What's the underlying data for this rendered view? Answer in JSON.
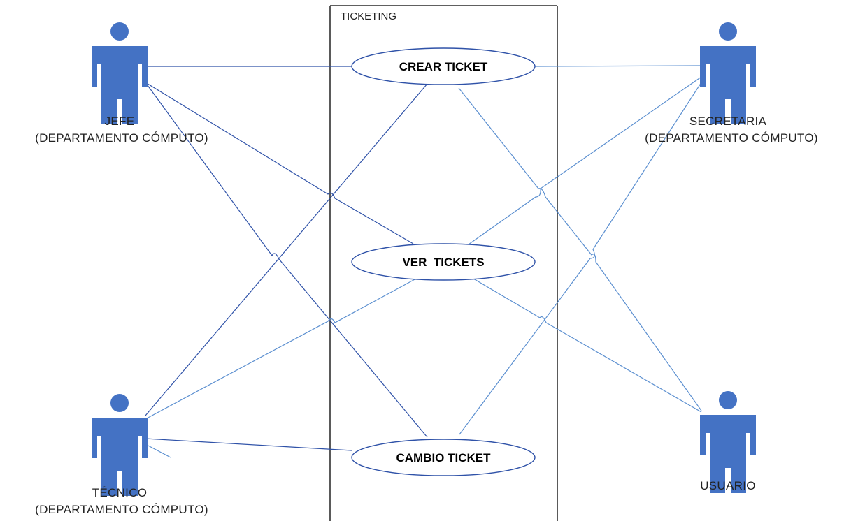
{
  "system": {
    "title": "TICKETING"
  },
  "use_cases": [
    {
      "id": "crear",
      "label": "CREAR TICKET"
    },
    {
      "id": "ver",
      "label": "VER  TICKETS"
    },
    {
      "id": "cambio",
      "label": "CAMBIO TICKET"
    }
  ],
  "actors": [
    {
      "id": "jefe",
      "label_line1": "JEFE",
      "label_line2": "(DEPARTAMENTO CÓMPUTO)"
    },
    {
      "id": "secretaria",
      "label_line1": "SECRETARIA",
      "label_line2": "(DEPARTAMENTO CÓMPUTO)"
    },
    {
      "id": "tecnico",
      "label_line1": "TÉCNICO",
      "label_line2": "(DEPARTAMENTO CÓMPUTO)"
    },
    {
      "id": "usuario",
      "label_line1": "USUARIO",
      "label_line2": ""
    }
  ],
  "colors": {
    "actor_fill": "#4472c4",
    "line_dark": "#2f52a8",
    "line_light": "#5b8fd0",
    "border": "#000000"
  }
}
